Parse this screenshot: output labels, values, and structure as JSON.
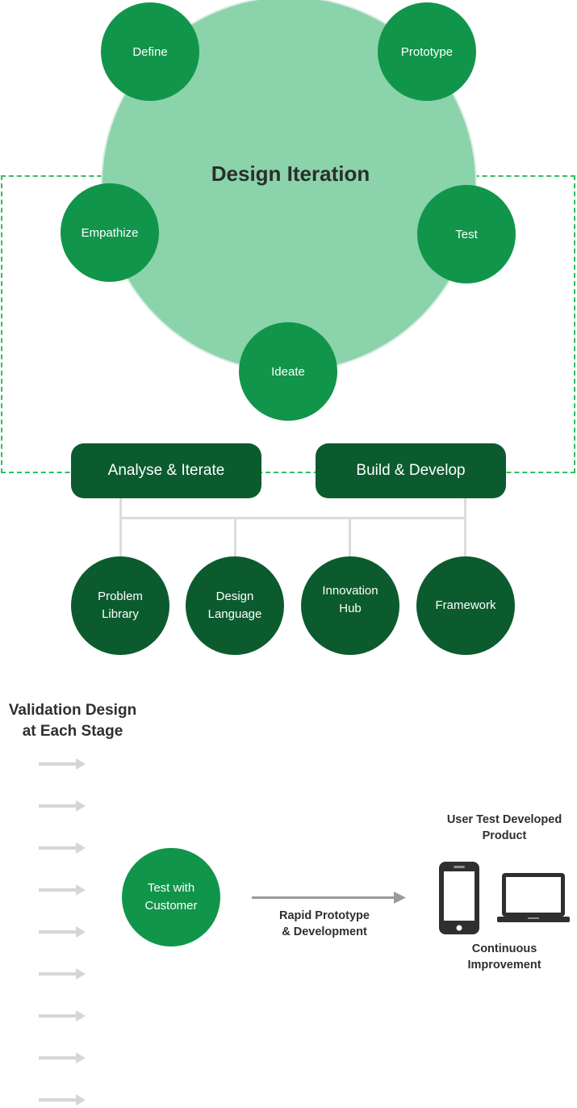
{
  "diagram": {
    "center_title": "Design Iteration",
    "stages": {
      "define": "Define",
      "prototype": "Prototype",
      "empathize": "Empathize",
      "test": "Test",
      "ideate": "Ideate"
    },
    "pills": {
      "analyse": "Analyse & Iterate",
      "build": "Build & Develop"
    },
    "resources": [
      "Problem Library",
      "Design Language",
      "Innovation Hub",
      "Framework"
    ]
  },
  "validation": {
    "title_line1": "Validation Design",
    "title_line2": "at Each Stage",
    "test_line1": "Test with",
    "test_line2": "Customer",
    "arrow_line1": "Rapid Prototype",
    "arrow_line2": "& Development",
    "user_test_line1": "User Test Developed",
    "user_test_line2": "Product",
    "continuous_line1": "Continuous",
    "continuous_line2": "Improvement"
  },
  "colors": {
    "stage_green": "#11954a",
    "dark_green": "#0b5b2e",
    "light_green": "#8bd3aa",
    "dash_green": "#2fbf63"
  }
}
